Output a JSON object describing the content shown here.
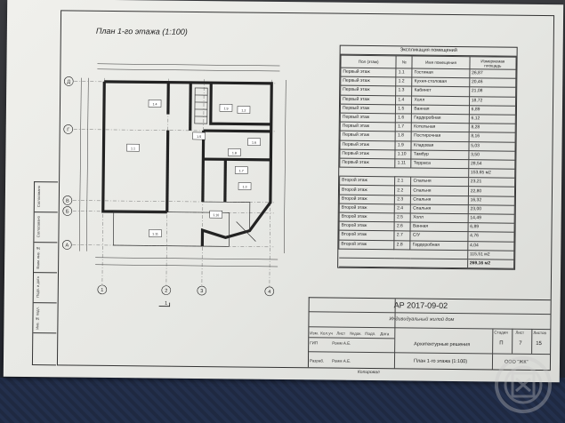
{
  "plan": {
    "title": "План 1-го этажа (1:100)",
    "axes_letters": [
      "Д",
      "Г",
      "В",
      "Б",
      "А"
    ],
    "axes_numbers": [
      "1",
      "2",
      "3",
      "4"
    ],
    "room_tags": [
      "1.1",
      "1.2",
      "1.3",
      "1.4",
      "1.5",
      "1.6",
      "1.7",
      "1.8",
      "1.9",
      "1.10",
      "1.11"
    ],
    "section_mark": "1"
  },
  "explication": {
    "title": "Экспликация помещений",
    "headers": [
      "Пол (этаж)",
      "№",
      "Имя помещения",
      "Измеряемая площадь"
    ],
    "floor1_rows": [
      [
        "Первый этаж",
        "1.1",
        "Гостиная",
        "26,87"
      ],
      [
        "Первый этаж",
        "1.2",
        "Кухня-столовая",
        "20,46"
      ],
      [
        "Первый этаж",
        "1.3",
        "Кабинет",
        "21,08"
      ],
      [
        "Первый этаж",
        "1.4",
        "Холл",
        "18,72"
      ],
      [
        "Первый этаж",
        "1.5",
        "Ванная",
        "6,89"
      ],
      [
        "Первый этаж",
        "1.6",
        "Гардеробная",
        "6,12"
      ],
      [
        "Первый этаж",
        "1.7",
        "Котельная",
        "8,28"
      ],
      [
        "Первый этаж",
        "1.8",
        "Постирочная",
        "8,16"
      ],
      [
        "Первый этаж",
        "1.9",
        "Кладовая",
        "5,03"
      ],
      [
        "Первый этаж",
        "1.10",
        "Тамбур",
        "3,50"
      ],
      [
        "Первый этаж",
        "1.11",
        "Терраса",
        "28,54"
      ]
    ],
    "floor1_subtotal": "153,65 м2",
    "floor2_rows": [
      [
        "Второй этаж",
        "2.1",
        "Спальня",
        "23,21"
      ],
      [
        "Второй этаж",
        "2.2",
        "Спальня",
        "22,80"
      ],
      [
        "Второй этаж",
        "2.3",
        "Спальня",
        "16,32"
      ],
      [
        "Второй этаж",
        "2.4",
        "Спальня",
        "23,00"
      ],
      [
        "Второй этаж",
        "2.5",
        "Холл",
        "14,49"
      ],
      [
        "Второй этаж",
        "2.6",
        "Ванная",
        "6,89"
      ],
      [
        "Второй этаж",
        "2.7",
        "С/У",
        "4,76"
      ],
      [
        "Второй этаж",
        "2.8",
        "Гардеробная",
        "4,04"
      ]
    ],
    "floor2_subtotal": "115,51 м2",
    "grand_total": "269,16 м2"
  },
  "stamp": {
    "code": "АР 2017-09-02",
    "object": "Индивидуальный жилой дом",
    "col_headers": [
      "Изм.",
      "Кол.уч",
      "Лист",
      "№док.",
      "Подп.",
      "Дата"
    ],
    "roles": [
      "ГИП",
      "Разраб."
    ],
    "names": [
      "Ромм А.Е.",
      "Ромм А.Е."
    ],
    "section": "Архитектурные решения",
    "stage_headers": [
      "Стадия",
      "Лист",
      "Листов"
    ],
    "stage": "П",
    "sheet_no": "7",
    "sheets_total": "15",
    "sheet_name": "План 1-го этажа (1:100)",
    "org": "ООО \"ЖК\"",
    "copied": "Копировал"
  },
  "margin": {
    "labels": [
      "Взам. инв. №",
      "Подп. и дата",
      "Инв. № подл.",
      "Согласовано",
      "Согласовано"
    ]
  }
}
